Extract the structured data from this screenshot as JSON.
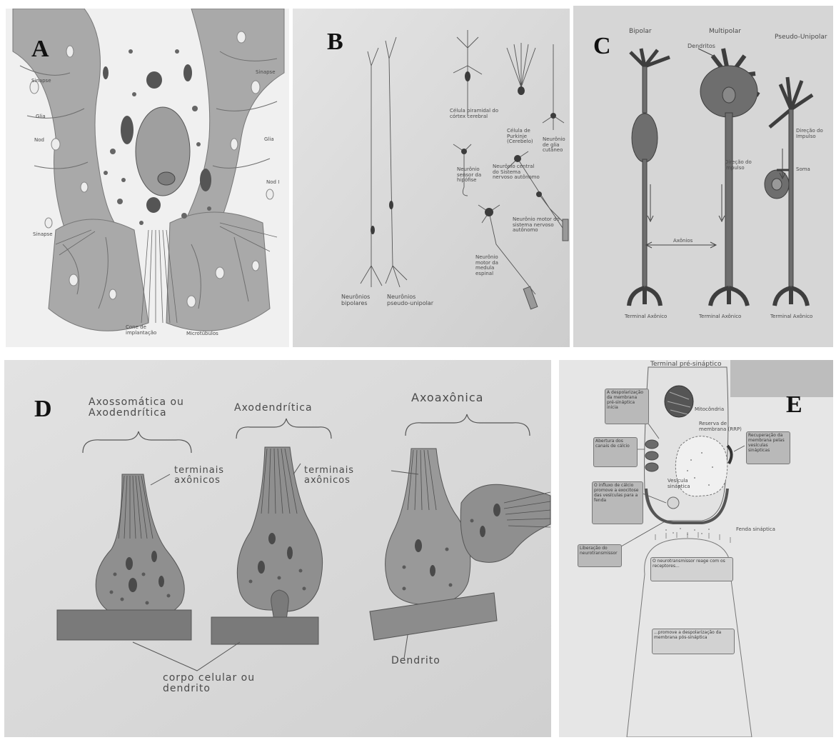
{
  "panels": {
    "a": {
      "letter": "A",
      "labels": {
        "sinapse_left": "Sinapse",
        "glia_left": "Glia",
        "nod": "Nod",
        "sinapse_top_right": "Sinapse",
        "glia_right": "Glia",
        "nod_right": "Nod I",
        "sinapse_bottom": "Sinapse",
        "cone": "Cone de implantação",
        "microtubulos": "Microtúbulos"
      }
    },
    "b": {
      "letter": "B",
      "labels": {
        "piramidal": "Célula piramidal do córtex cerebral",
        "purkinje": "Célula de Purkinje (Cerebelo)",
        "glia": "Neurônio de glia cutâneo",
        "sensor": "Neurônio sensor da hipófise",
        "central": "Neurônio central do Sistema nervoso autônomo",
        "motor_medula": "Neurônio motor da medula espinal",
        "motor_autonomo": "Neurônio motor do sistema nervoso autônomo",
        "bipolares": "Neurônios bipolares",
        "pseudo": "Neurônios pseudo-unipolar"
      }
    },
    "c": {
      "letter": "C",
      "labels": {
        "bipolar": "Bipolar",
        "multipolar": "Multipolar",
        "pseudo": "Pseudo-Unipolar",
        "dendritos": "Dendritos",
        "direcao_mid": "Direção do Impulso",
        "direcao_right": "Direção do Impulso",
        "axonios": "Axônios",
        "soma": "Soma",
        "terminal1": "Terminal Axônico",
        "terminal2": "Terminal Axônico",
        "terminal3": "Terminal Axônico"
      }
    },
    "d": {
      "letter": "D",
      "labels": {
        "header1": "Axossomática ou Axodendrítica",
        "header2": "Axodendrítica",
        "header3": "Axoaxônica",
        "terminais1": "terminais axônicos",
        "terminais2": "terminais axônicos",
        "corpo": "corpo celular ou dendrito",
        "dendrito": "Dendrito"
      }
    },
    "e": {
      "letter": "E",
      "labels": {
        "terminal": "Terminal pré-sináptico",
        "mitocondria": "Mitocôndria",
        "reserva": "Reserva de membrana (RRP)",
        "vesicula": "Vesícula sináptica",
        "fenda": "Fenda sináptica"
      },
      "boxes": {
        "b1": "A despolarização da membrana pré-sináptica inicia",
        "b2": "Abertura dos canais de cálcio",
        "b3": "Recuperação da membrana pelas vesículas sinápticas",
        "b4": "O influxo de cálcio promove a exocitose das vesículas para a fenda",
        "b5": "Liberação do neurotransmissor",
        "b6": "O neurotransmissor reage com os receptores...",
        "b7": "...promove a despolarização da membrana pós-sináptica"
      }
    }
  },
  "colors": {
    "paper": "#e7e7e7",
    "tissue": "#9d9d9d",
    "neuron": "#6e6e6e",
    "terminal": "#8f8f8f"
  }
}
